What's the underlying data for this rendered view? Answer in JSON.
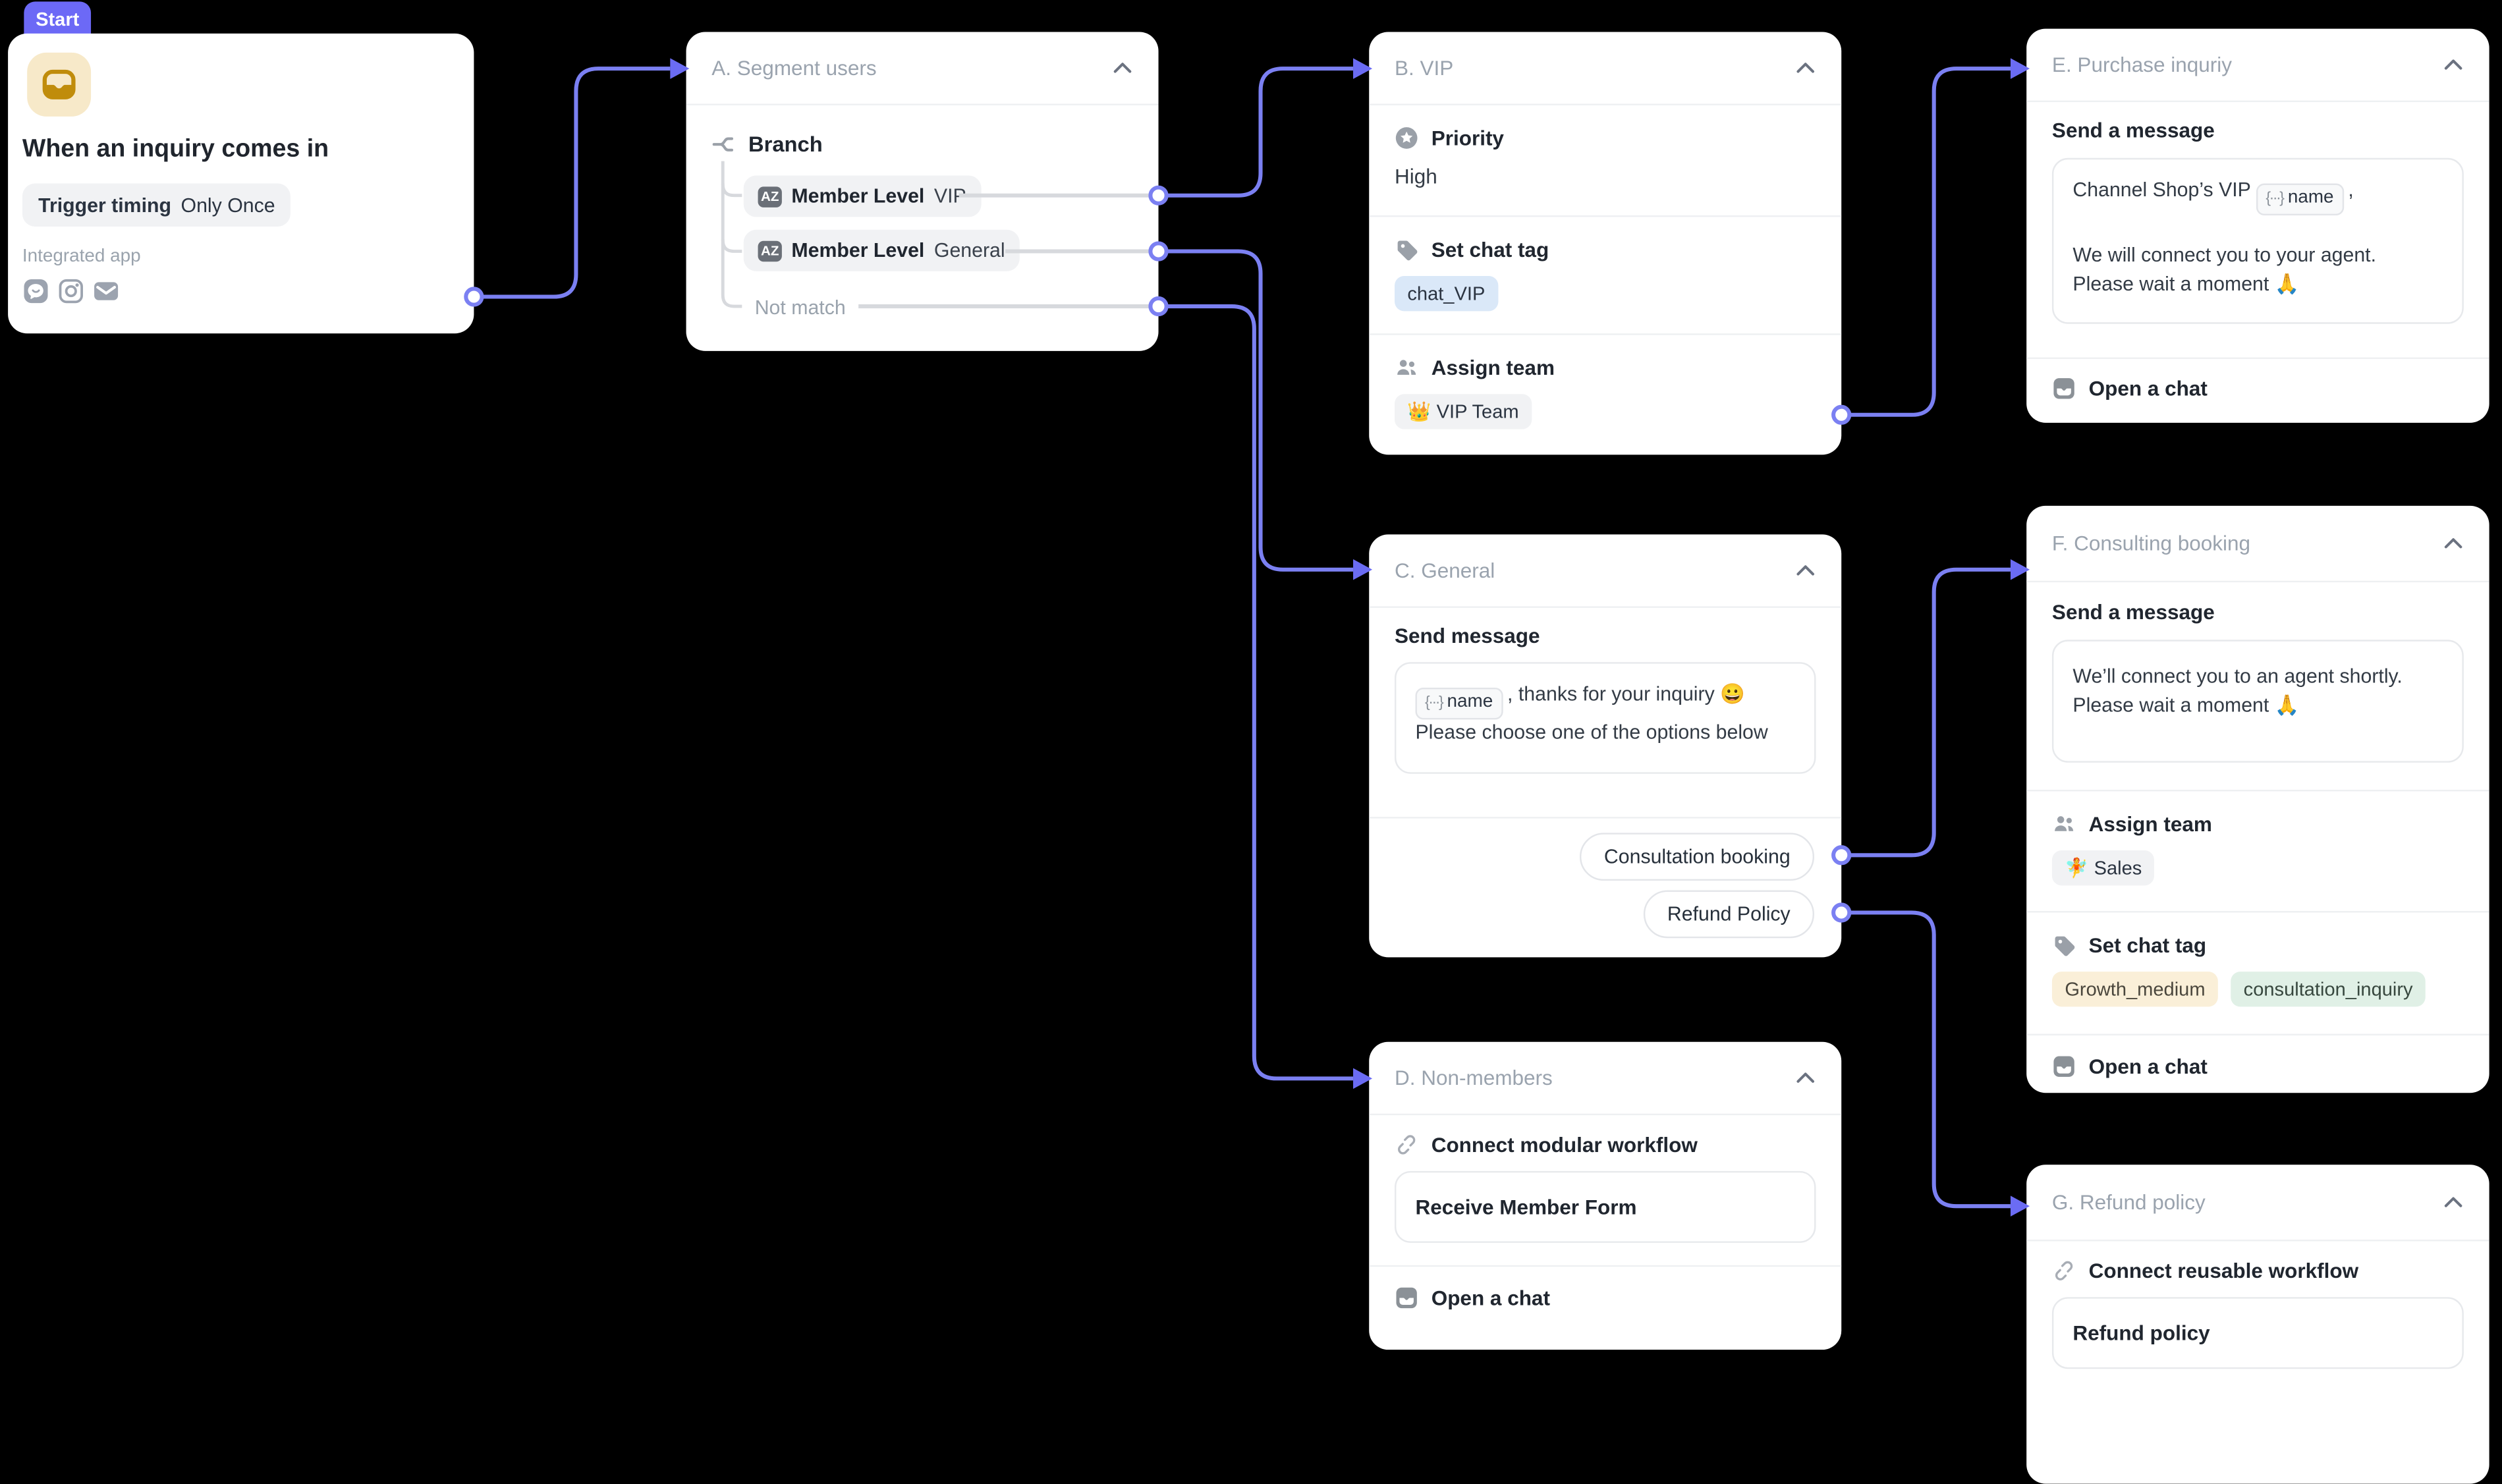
{
  "colors": {
    "canvas_bg": "#000000",
    "accent_purple": "#6C69F6",
    "connector_purple": "#7B80F2",
    "tag_blue_bg": "#DAE8F8",
    "tag_amber_bg": "#FAEFD8",
    "tag_green_bg": "#E0F0E6"
  },
  "variable_glyph": "{···}",
  "start": {
    "badge": "Start",
    "title": "When an inquiry comes in",
    "trigger_label": "Trigger timing",
    "trigger_value": "Only Once",
    "integrated_label": "Integrated app",
    "app_icons": [
      "channeltalk-icon",
      "instagram-icon",
      "mail-icon"
    ]
  },
  "cards": {
    "a": {
      "title": "A. Segment users",
      "branch_label": "Branch",
      "badge": "AZ",
      "rows": [
        {
          "field": "Member Level",
          "value": "VIP"
        },
        {
          "field": "Member Level",
          "value": "General"
        }
      ],
      "not_match": "Not match"
    },
    "b": {
      "title": "B. VIP",
      "priority_label": "Priority",
      "priority_value": "High",
      "tag_label": "Set chat tag",
      "tag": "chat_VIP",
      "team_label": "Assign team",
      "team": "👑 VIP Team"
    },
    "c": {
      "title": "C. General",
      "send_label": "Send message",
      "chip": "name",
      "line1": ", thanks for your inquiry 😀",
      "line2": "Please choose one of the options below",
      "buttons": [
        "Consultation booking",
        "Refund Policy"
      ]
    },
    "d": {
      "title": "D. Non-members",
      "connect_label": "Connect modular workflow",
      "workflow": "Receive Member Form",
      "open_chat": "Open a chat"
    },
    "e": {
      "title": "E. Purchase inquriy",
      "send_label": "Send a message",
      "line1_prefix": "Channel Shop’s VIP",
      "chip": "name",
      "line1_suffix": ",",
      "line2": "We will connect you to your agent.",
      "line3": "Please wait a moment 🙏",
      "open_chat": "Open a chat"
    },
    "f": {
      "title": "F. Consulting booking",
      "send_label": "Send a message",
      "line1": "We’ll connect you to an agent shortly.",
      "line2": "Please wait a moment 🙏",
      "team_label": "Assign team",
      "team": "🧚 Sales",
      "tag_label": "Set chat tag",
      "tags": [
        "Growth_medium",
        "consultation_inquiry"
      ],
      "open_chat": "Open a chat"
    },
    "g": {
      "title": "G. Refund policy",
      "connect_label": "Connect reusable workflow",
      "workflow": "Refund policy"
    }
  }
}
